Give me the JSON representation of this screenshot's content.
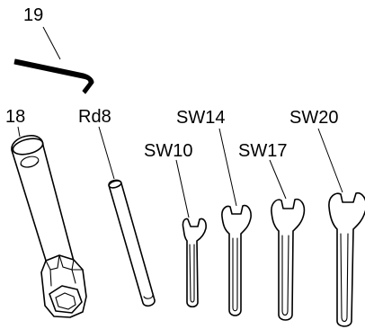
{
  "labels": {
    "hex_key": "19",
    "tube_wrench": "18",
    "rod": "Rd8",
    "wrench_10": "SW10",
    "wrench_14": "SW14",
    "wrench_17": "SW17",
    "wrench_20": "SW20"
  },
  "colors": {
    "line": "#000000",
    "background": "#ffffff"
  },
  "icons": {
    "hex_key": "allen-key-icon",
    "tube_wrench": "tubular-box-wrench-icon",
    "rod": "tommy-bar-icon",
    "wrench": "open-end-wrench-icon"
  }
}
